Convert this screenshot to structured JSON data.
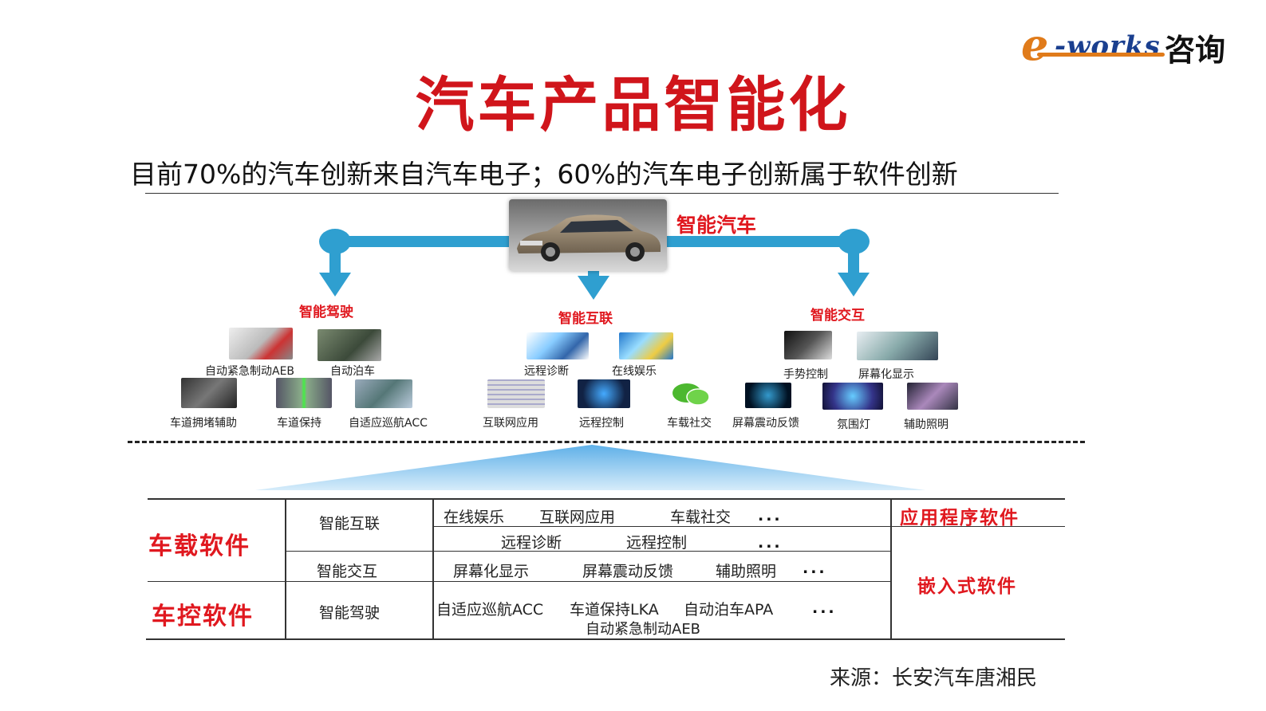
{
  "logo": {
    "e": "e",
    "works": "-works",
    "zixun": "咨询"
  },
  "title": "汽车产品智能化",
  "subtitle": "目前70%的汽车创新来自汽车电子；60%的汽车电子创新属于软件创新",
  "car_label": "智能汽车",
  "categories": {
    "driving": "智能驾驶",
    "connect": "智能互联",
    "interact": "智能交互"
  },
  "features": {
    "aeb": "自动紧急制动AEB",
    "parking": "自动泊车",
    "jam_assist": "车道拥堵辅助",
    "lane_keep": "车道保持",
    "acc": "自适应巡航ACC",
    "remote_diag": "远程诊断",
    "online_ent": "在线娱乐",
    "internet_app": "互联网应用",
    "remote_ctrl": "远程控制",
    "car_social": "车载社交",
    "gesture": "手势控制",
    "screen_display": "屏幕化显示",
    "screen_haptic": "屏幕震动反馈",
    "ambient": "氛围灯",
    "aux_light": "辅助照明"
  },
  "colors": {
    "accent_red": "#e0181f",
    "arrow_blue": "#2f9fd0"
  },
  "table": {
    "onboard": "车载软件",
    "control": "车控软件",
    "row_connect": "智能互联",
    "row_interact": "智能交互",
    "row_drive": "智能驾驶",
    "r1": {
      "a": "在线娱乐",
      "b": "互联网应用",
      "c": "车载社交",
      "dots": "..."
    },
    "r2": {
      "a": "远程诊断",
      "b": "远程控制",
      "dots": "..."
    },
    "r3": {
      "a": "屏幕化显示",
      "b": "屏幕震动反馈",
      "c": "辅助照明",
      "dots": "..."
    },
    "r4": {
      "a": "自适应巡航ACC",
      "b": "车道保持LKA",
      "c": "自动泊车APA",
      "d": "自动紧急制动AEB",
      "dots": "..."
    },
    "app_sw": "应用程序软件",
    "embedded_sw": "嵌入式软件"
  },
  "source": "来源：长安汽车唐湘民"
}
